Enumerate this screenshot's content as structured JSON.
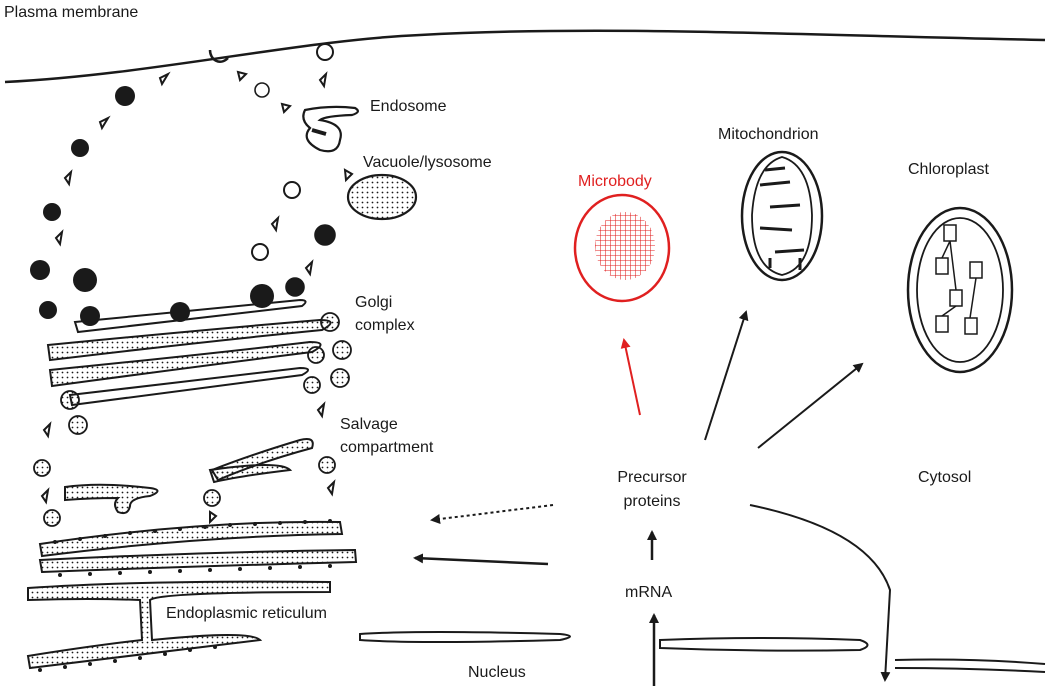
{
  "labels": {
    "plasma_membrane": "Plasma membrane",
    "endosome": "Endosome",
    "vacuole_lysosome": "Vacuole/lysosome",
    "mitochondrion": "Mitochondrion",
    "microbody": "Microbody",
    "chloroplast": "Chloroplast",
    "golgi_line1": "Golgi",
    "golgi_line2": "complex",
    "salvage_line1": "Salvage",
    "salvage_line2": "compartment",
    "precursor_line1": "Precursor",
    "precursor_line2": "proteins",
    "cytosol": "Cytosol",
    "mrna": "mRNA",
    "er": "Endoplasmic reticulum",
    "nucleus": "Nucleus"
  },
  "colors": {
    "ink": "#1a1a1a",
    "highlight": "#e02020",
    "background": "#ffffff"
  }
}
